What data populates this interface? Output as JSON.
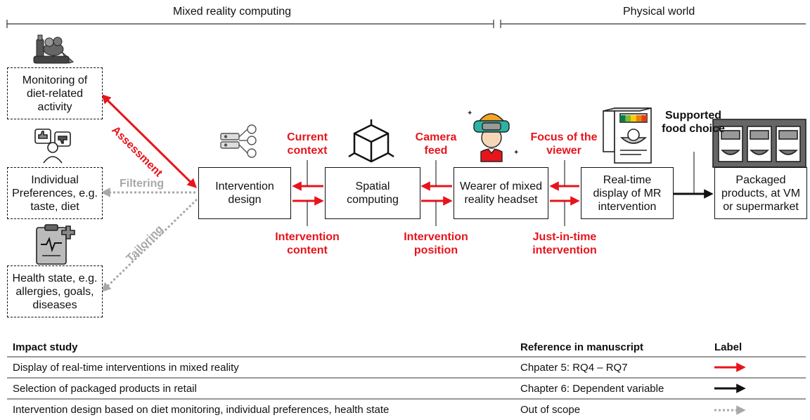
{
  "header": {
    "left_title": "Mixed reality computing",
    "right_title": "Physical world"
  },
  "inputs": {
    "monitoring": "Monitoring of diet-related activity",
    "preferences": "Individual Preferences, e.g. taste, diet",
    "health": "Health state, e.g. allergies, goals, diseases"
  },
  "edges": {
    "assessment": "Assessment",
    "filtering": "Filtering",
    "tailoring": "Tailoring"
  },
  "process": {
    "intervention_design": "Intervention design",
    "spatial_computing": "Spatial computing",
    "wearer": "Wearer of mixed reality headset",
    "realtime_display": "Real-time display of MR intervention",
    "packaged_products": "Packaged products, at VM or supermarket"
  },
  "flows": {
    "current_context": "Current context",
    "intervention_content": "Intervention content",
    "camera_feed": "Camera feed",
    "intervention_position": "Intervention position",
    "focus_viewer": "Focus of the viewer",
    "just_in_time": "Just-in-time intervention",
    "supported_choice": "Supported food choice"
  },
  "icons": [
    "food-basket-icon",
    "user-preferences-icon",
    "health-clipboard-icon",
    "server-network-icon",
    "cube-icon",
    "vr-headset-user-icon",
    "nutri-score-package-icon",
    "vending-machine-icon"
  ],
  "nutri_score_letters": [
    "A",
    "B",
    "C",
    "D",
    "E"
  ],
  "nutri_score_colors": [
    "#038141",
    "#85bb2f",
    "#fecb02",
    "#ee8100",
    "#e63e11"
  ],
  "table": {
    "headers": [
      "Impact study",
      "Reference in manuscript",
      "Label"
    ],
    "rows": [
      {
        "study": "Display of real-time interventions in mixed reality",
        "reference": "Chpater 5: RQ4 – RQ7",
        "label_style": "red-arrow"
      },
      {
        "study": "Selection of packaged products in retail",
        "reference": "Chapter 6: Dependent variable",
        "label_style": "black-arrow"
      },
      {
        "study": "Intervention design based on diet monitoring, individual preferences, health state",
        "reference": "Out of scope",
        "label_style": "gray-dotted-arrow"
      }
    ]
  },
  "colors": {
    "red": "#e8141c",
    "black": "#111111",
    "gray": "#a8a8a8"
  }
}
